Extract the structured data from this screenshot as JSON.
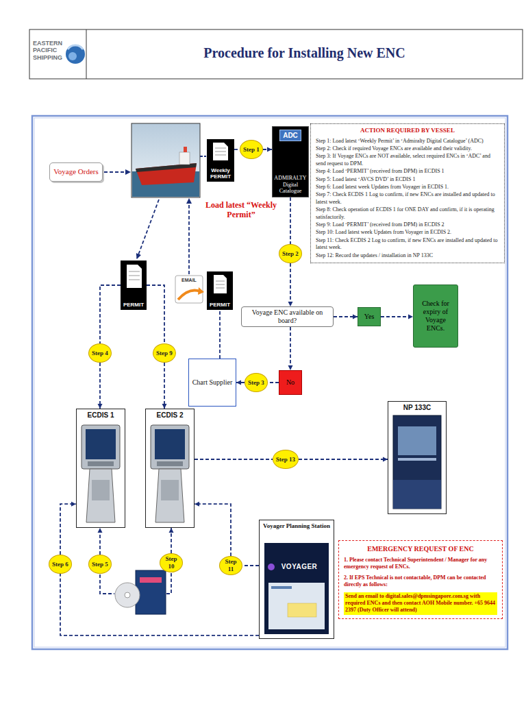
{
  "diagram": {
    "title": "Procedure for Installing New ENC",
    "nodes": [
      {
        "text": [
          "Voyage Orders"
        ]
      },
      {
        "text": [
          "Weekly PERMIT"
        ]
      },
      {
        "text": [
          "Step 1"
        ]
      },
      {
        "text": [
          "ADC",
          "ADMIRALTY Digital Catalogue"
        ]
      },
      {
        "text": [
          "ACTION REQUIRED BY VESSEL",
          "Step 1: Load latest ‘Weekly Permit’ in ‘Admiralty Digital Catalogue’ (ADC)",
          "Step 2: Check if required Voyage ENCs are available and their validity.",
          "Step 3: If Voyage ENCs are NOT available, select required ENCs in ‘ADC’ and send request to DPM.",
          "Step 4: Load ‘PERMIT’ (received from DPM) in ECDIS 1",
          "Step 5: Load latest ‘AVCS DVD’ in ECDIS 1",
          "Step 6: Load latest week Updates from Voyager in ECDIS 1.",
          "Step 7: Check ECDIS 1 Log to confirm, if new ENCs are installed and updated to latest week.",
          "Step 8: Check operation of ECDIS 1 for ONE DAY and confirm, if it is operating satisfactorily.",
          "Step 9: Load ‘PERMIT’ (received from DPM) in ECDIS 2",
          "Step 10: Load latest week Updates from Voyager in ECDIS 2.",
          "Step 11: Check ECDIS 2 Log to confirm, if new ENCs are installed and updated to latest week.",
          "Step 12: Record the updates / installation in NP 133C"
        ]
      },
      {
        "text": [
          "Step 2"
        ]
      },
      {
        "text": [
          "PERMIT"
        ]
      },
      {
        "text": [
          "PERMIT"
        ]
      },
      {
        "text": [
          "Voyage ENC available on board?"
        ]
      },
      {
        "text": [
          "Yes"
        ]
      },
      {
        "text": [
          "Check for expiry of Voyage ENCs."
        ]
      },
      {
        "text": [
          "Step 4"
        ]
      },
      {
        "text": [
          "Step 9"
        ]
      },
      {
        "text": [
          "Chart Supplier"
        ]
      },
      {
        "text": [
          "Step 3"
        ]
      },
      {
        "text": [
          "No"
        ]
      },
      {
        "text": [
          "NP 133C"
        ]
      },
      {
        "text": [
          "ECDIS 1"
        ]
      },
      {
        "text": [
          "ECDIS 2"
        ]
      },
      {
        "text": [
          "Step 13"
        ]
      },
      {
        "text": [
          "Voyager Planning Station"
        ]
      },
      {
        "text": [
          "EMERGENCY REQUEST OF ENC",
          "1. Please contact Technical Superintendent / Manager for any emergency request of ENCs.",
          "2. If EPS Technical is not contactable, DPM can be contacted directly as follows:",
          "Send an email to digital.sales@dpmsingapore.com.sg with required ENCs and then contact AOH Mobile number. +65 9644 2397 (Duty Officer will attend)"
        ]
      },
      {
        "text": [
          "Step 6"
        ]
      },
      {
        "text": [
          "Step 5"
        ]
      },
      {
        "text": [
          "Step 10"
        ]
      },
      {
        "text": [
          "Step 11"
        ]
      }
    ],
    "edges": [
      {
        "from": 1,
        "to": 2,
        "arrow": "none"
      },
      {
        "from": 2,
        "to": 3,
        "arrow": "to"
      },
      {
        "from": 3,
        "to": 5,
        "arrow": "none"
      },
      {
        "from": 5,
        "to": 8,
        "arrow": "to"
      },
      {
        "from": 8,
        "to": 9,
        "arrow": "to"
      },
      {
        "from": 9,
        "to": 10,
        "arrow": "to"
      },
      {
        "from": 8,
        "to": 15,
        "arrow": "to"
      },
      {
        "from": 15,
        "to": 14,
        "arrow": "none"
      },
      {
        "from": 14,
        "to": 13,
        "arrow": "to"
      },
      {
        "from": 13,
        "to": 7,
        "arrow": "none"
      },
      {
        "from": 6,
        "to": 11,
        "arrow": "none"
      },
      {
        "from": 6,
        "to": 12,
        "arrow": "none"
      },
      {
        "from": 11,
        "to": 17,
        "arrow": "to"
      },
      {
        "from": 12,
        "to": 18,
        "arrow": "to"
      },
      {
        "from": 18,
        "to": 19,
        "arrow": "none"
      },
      {
        "from": 19,
        "to": 16,
        "arrow": "to"
      },
      {
        "from": 20,
        "to": 25,
        "arrow": "none"
      },
      {
        "from": 25,
        "to": 18,
        "arrow": "to"
      },
      {
        "from": 20,
        "to": 22,
        "arrow": "none"
      },
      {
        "from": 22,
        "to": 17,
        "arrow": "to"
      },
      {
        "from": 23,
        "to": 17,
        "arrow": "to"
      },
      {
        "from": 24,
        "to": 18,
        "arrow": "to"
      }
    ],
    "labels": [
      "EASTERN PACIFIC SHIPPING",
      "Load latest “Weekly Permit”",
      "EMAIL",
      "VOYAGER"
    ]
  }
}
